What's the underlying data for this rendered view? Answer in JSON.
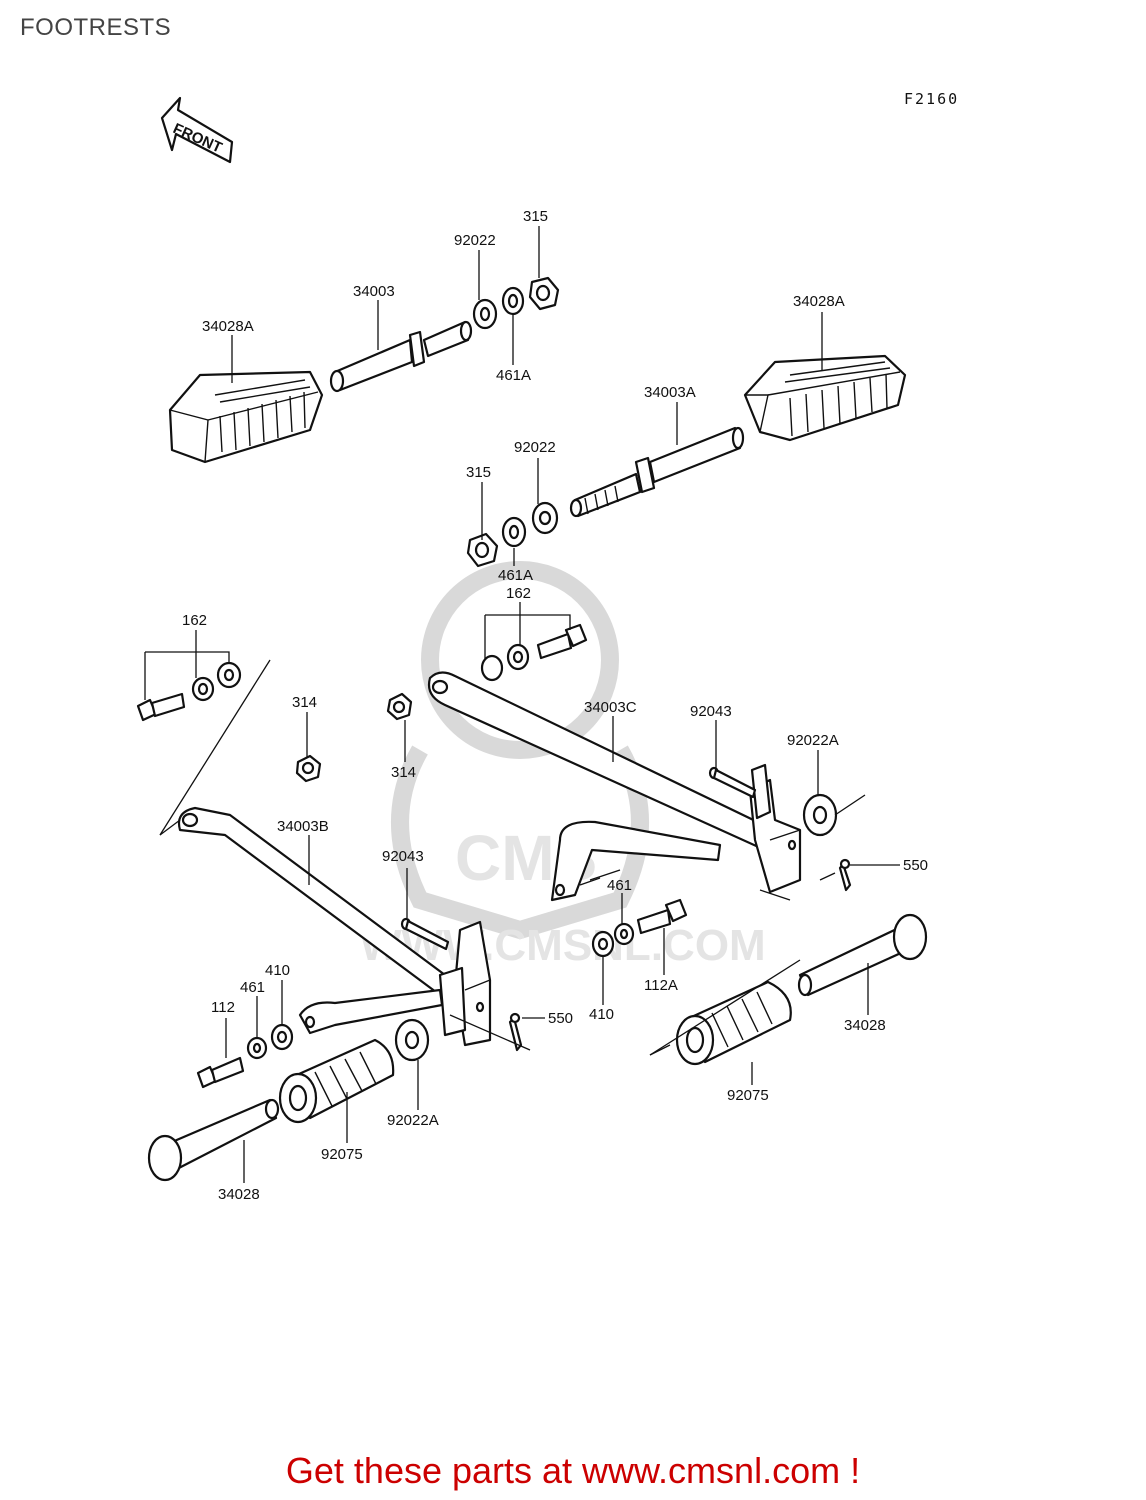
{
  "page": {
    "title": "FOOTRESTS",
    "figure_code": "F2160",
    "footer": "Get these parts at www.cmsnl.com !",
    "watermark": "WWW.CMSNL.COM",
    "watermark_logo": "CMS"
  },
  "diagram": {
    "front_arrow": "FRONT",
    "callouts": [
      "315",
      "92022",
      "34003",
      "34028A",
      "461A",
      "34028A",
      "34003A",
      "92022",
      "315",
      "461A",
      "162",
      "162",
      "314",
      "314",
      "34003C",
      "92043",
      "92022A",
      "550",
      "34003B",
      "92043",
      "461",
      "410",
      "112A",
      "550",
      "410",
      "461",
      "112",
      "34028",
      "92075",
      "92022A",
      "92075",
      "34028"
    ]
  },
  "colors": {
    "footer": "#cc0000",
    "title": "#444444",
    "watermark": "#e0e0e0"
  }
}
